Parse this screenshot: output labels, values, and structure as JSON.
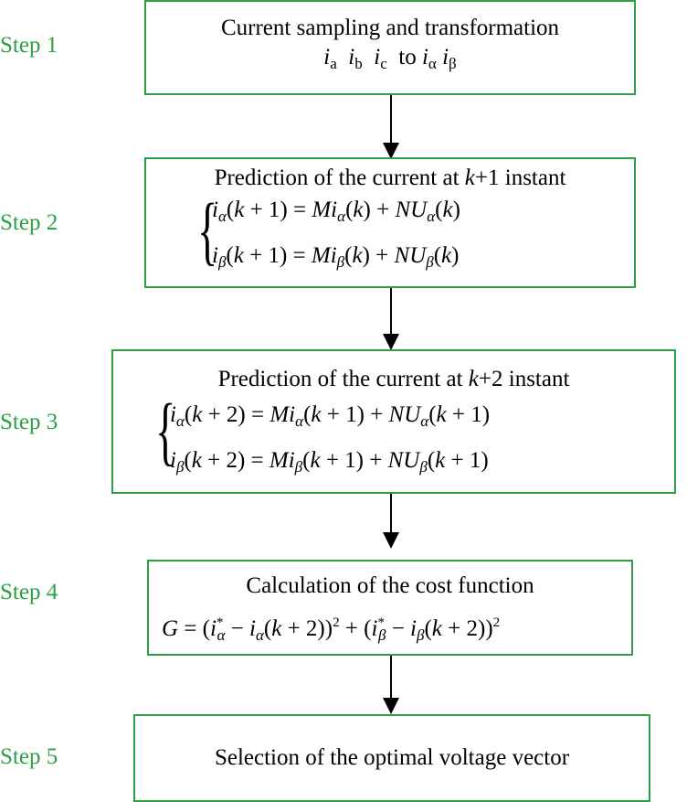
{
  "steps": [
    {
      "label": "Step 1"
    },
    {
      "label": "Step 2"
    },
    {
      "label": "Step 3"
    },
    {
      "label": "Step 4"
    },
    {
      "label": "Step 5"
    }
  ],
  "box1": {
    "title": "Current sampling and transformation",
    "connector": "to"
  },
  "box2": {
    "title_pre": "Prediction of the current at ",
    "title_var": "k",
    "title_post": "+1 instant"
  },
  "box3": {
    "title_pre": "Prediction of the current at ",
    "title_var": "k",
    "title_post": "+2 instant"
  },
  "box4": {
    "title": "Calculation of the cost function"
  },
  "box5": {
    "title": "Selection of the optimal voltage vector"
  },
  "colors": {
    "box_border": "#2aa043",
    "step_label": "#2aa043",
    "arrow": "#000000"
  }
}
